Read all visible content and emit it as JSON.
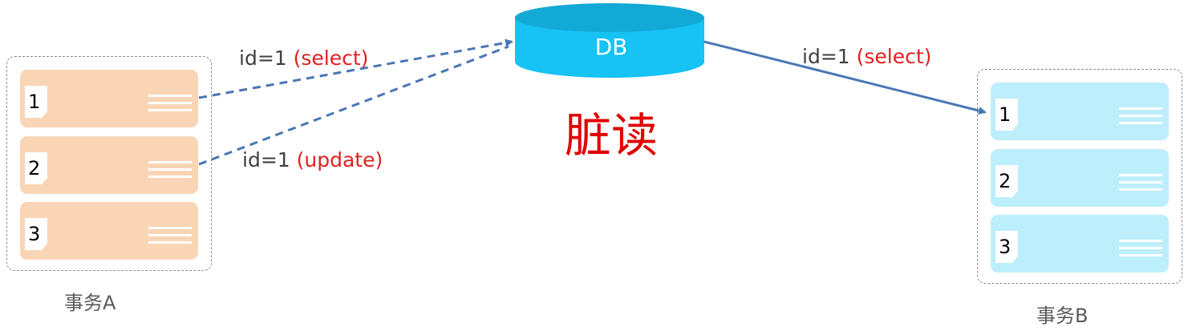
{
  "db": {
    "label": "DB"
  },
  "title": "脏读",
  "transaction_a": {
    "label": "事务A",
    "rows": [
      "1",
      "2",
      "3"
    ]
  },
  "transaction_b": {
    "label": "事务B",
    "rows": [
      "1",
      "2",
      "3"
    ]
  },
  "edges": [
    {
      "id": "a-row1-select",
      "prefix": "id=1",
      "op": "(select)",
      "style": "dashed"
    },
    {
      "id": "a-row2-update",
      "prefix": "id=1",
      "op": "(update)",
      "style": "dashed"
    },
    {
      "id": "db-to-b-select",
      "prefix": "id=1",
      "op": "(select)",
      "style": "solid"
    }
  ],
  "colors": {
    "db_fill": "#17c2f4",
    "db_top": "#13a9d6",
    "transaction_a_row": "#f9d5b6",
    "transaction_b_row": "#bdeefb",
    "arrow": "#4a77b4",
    "highlight": "#e02020"
  }
}
